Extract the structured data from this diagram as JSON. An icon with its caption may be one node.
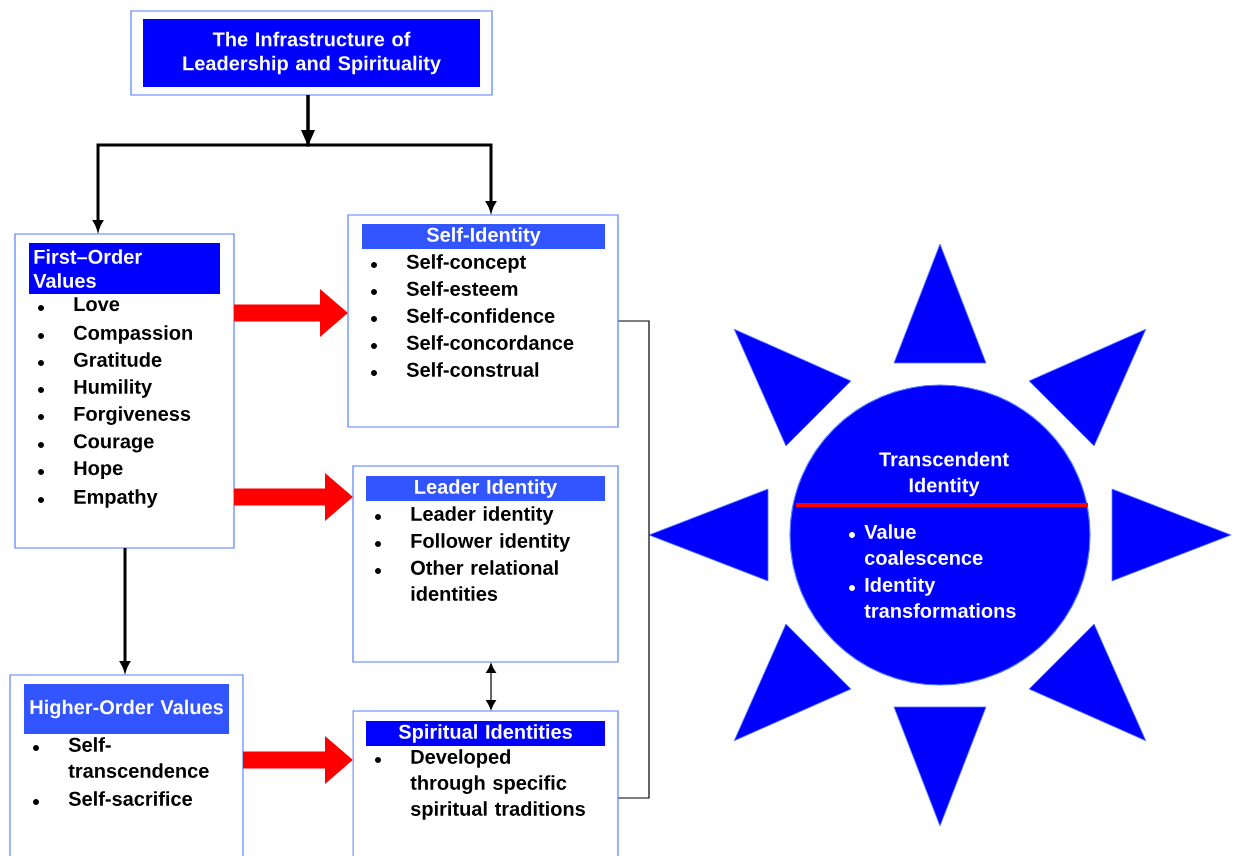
{
  "diagram": {
    "nodes": [
      {
        "text": [
          "The Infrastructure of Leadership and Spirituality"
        ]
      },
      {
        "text": [
          "First–Order Values",
          "Love",
          "Compassion",
          "Gratitude",
          "Humility",
          "Forgiveness",
          "Courage",
          "Hope",
          "Empathy"
        ]
      },
      {
        "text": [
          "Self-Identity",
          "Self-concept",
          "Self-esteem",
          "Self-confidence",
          "Self-concordance",
          "Self-construal"
        ]
      },
      {
        "text": [
          "Leader Identity",
          "Leader identity",
          "Follower identity",
          "Other relational identities"
        ]
      },
      {
        "text": [
          "Higher-Order Values",
          "Self-transcendence",
          "Self-sacrifice"
        ]
      },
      {
        "text": [
          "Spiritual Identities",
          "Developed through specific spiritual traditions"
        ]
      },
      {
        "text": [
          "Transcendent Identity",
          "Value coalescence",
          "Identity transformations"
        ]
      }
    ],
    "edges": [
      {
        "from": 0,
        "to": 1,
        "arrow": "to"
      },
      {
        "from": 0,
        "to": 2,
        "arrow": "to"
      },
      {
        "from": 1,
        "to": 2,
        "arrow": "to",
        "style": "thick",
        "color": "#ff0000"
      },
      {
        "from": 1,
        "to": 3,
        "arrow": "to",
        "style": "thick",
        "color": "#ff0000"
      },
      {
        "from": 1,
        "to": 4,
        "arrow": "to"
      },
      {
        "from": 4,
        "to": 5,
        "arrow": "to",
        "style": "thick",
        "color": "#ff0000"
      },
      {
        "from": 3,
        "to": 5,
        "arrow": "both"
      }
    ]
  }
}
